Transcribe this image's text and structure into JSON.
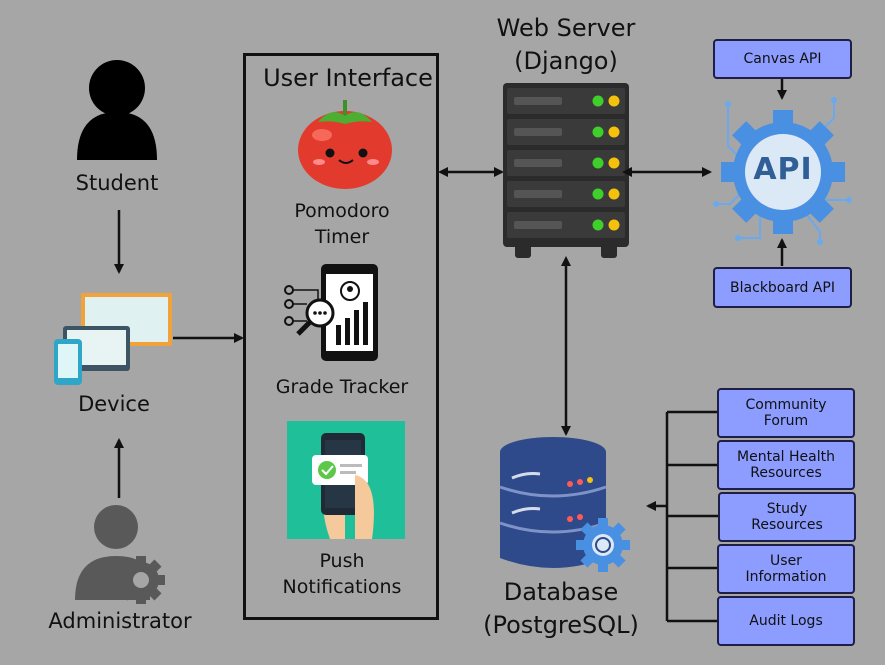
{
  "actors": {
    "student": "Student",
    "device": "Device",
    "administrator": "Administrator"
  },
  "ui_panel": {
    "title": "User Interface",
    "features": [
      {
        "label": "Pomodoro Timer",
        "lines": [
          "Pomodoro",
          "Timer"
        ]
      },
      {
        "label": "Grade Tracker",
        "lines": [
          "Grade Tracker"
        ]
      },
      {
        "label": "Push Notifications",
        "lines": [
          "Push",
          "Notifications"
        ]
      }
    ]
  },
  "web_server": {
    "title": "Web Server",
    "subtitle": "(Django)"
  },
  "database": {
    "title": "Database",
    "subtitle": "(PostgreSQL)"
  },
  "api": {
    "icon_text": "API",
    "canvas": "Canvas API",
    "blackboard": "Blackboard API"
  },
  "resources": [
    {
      "lines": [
        "Community",
        "Forum"
      ]
    },
    {
      "lines": [
        "Mental Health",
        "Resources"
      ]
    },
    {
      "lines": [
        "Study",
        "Resources"
      ]
    },
    {
      "lines": [
        "User",
        "Information"
      ]
    },
    {
      "lines": [
        "Audit Logs"
      ]
    }
  ],
  "colors": {
    "background": "#a6a6a6",
    "box_fill": "#8c9cff",
    "server_dark": "#2b2b2b",
    "led_green": "#3ecf2a",
    "led_yellow": "#f4c20d",
    "api_gear": "#4a90e2",
    "db_blue": "#2e4a8a",
    "monitor_orange": "#f2a23a",
    "notif_bg": "#1fbf9a",
    "tomato": "#e23b2e"
  },
  "icons": [
    "person-icon",
    "devices-icon",
    "admin-gear-icon",
    "tomato-icon",
    "grade-tracker-icon",
    "phone-notification-icon",
    "server-rack-icon",
    "api-gear-icon",
    "database-icon"
  ]
}
